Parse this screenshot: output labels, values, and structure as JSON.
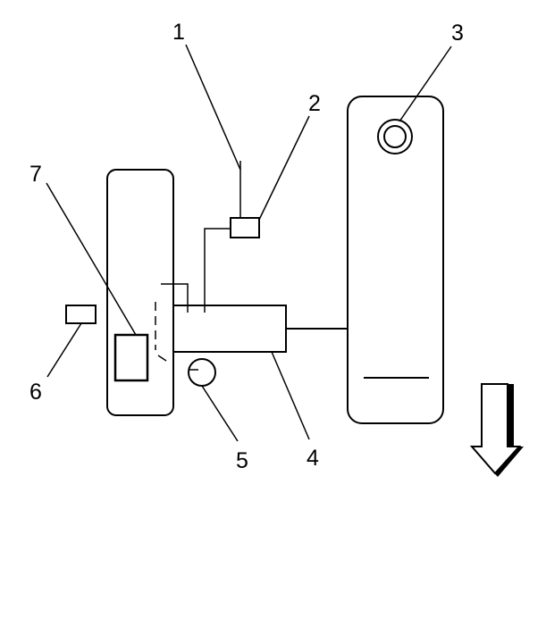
{
  "colors": {
    "stroke": "#000000",
    "background": "#ffffff"
  },
  "callouts": [
    {
      "id": "1",
      "label": "1"
    },
    {
      "id": "2",
      "label": "2"
    },
    {
      "id": "3",
      "label": "3"
    },
    {
      "id": "4",
      "label": "4"
    },
    {
      "id": "5",
      "label": "5"
    },
    {
      "id": "6",
      "label": "6"
    },
    {
      "id": "7",
      "label": "7"
    }
  ],
  "direction_arrow": {
    "icon": "down-arrow-icon",
    "direction": "down"
  }
}
